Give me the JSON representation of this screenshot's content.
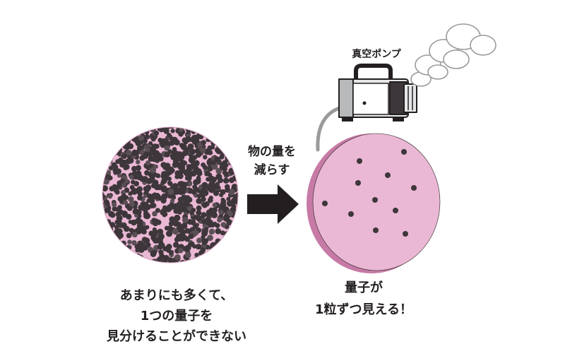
{
  "arrow_label": [
    "物の量を",
    "減らす"
  ],
  "pump_label": "真空ポンプ",
  "left_caption": [
    "あまりにも多くて、",
    "1つの量子を",
    "見分けることができない"
  ],
  "right_caption": [
    "量子が",
    "1粒ずつ見える！"
  ],
  "colors": {
    "pink": "#eab8d4",
    "pink_edge": "#c77aa6",
    "particle": "#3d363a",
    "text": "#231f20",
    "pump_body": "#e6e7e8",
    "hose": "#9a9a9a"
  }
}
